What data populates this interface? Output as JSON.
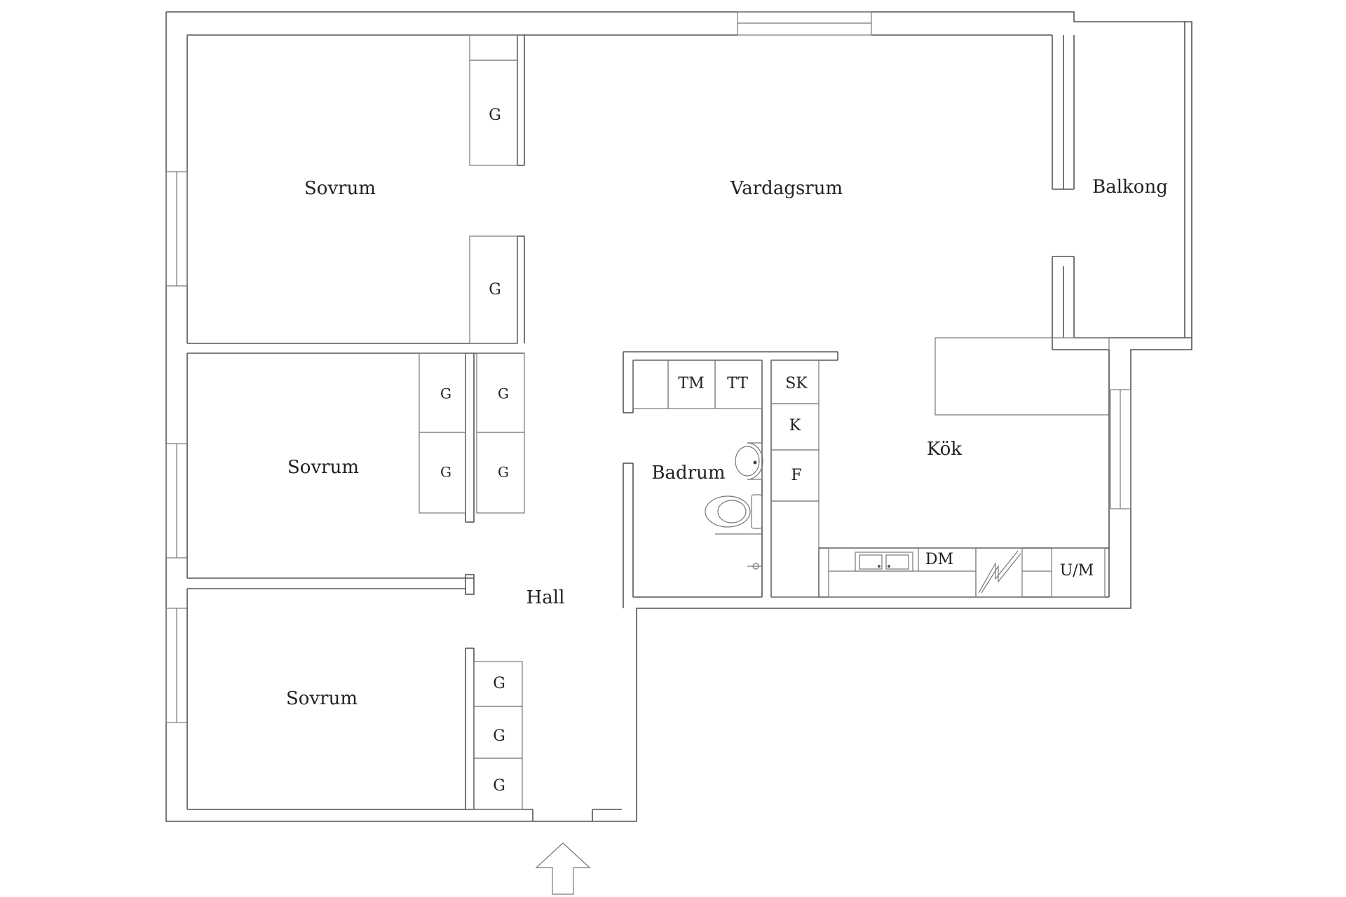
{
  "rooms": {
    "sovrum_1": "Sovrum",
    "sovrum_2": "Sovrum",
    "sovrum_3": "Sovrum",
    "vardagsrum": "Vardagsrum",
    "balkong": "Balkong",
    "kok": "Kök",
    "badrum": "Badrum",
    "hall": "Hall"
  },
  "closets": {
    "g1": "G",
    "g2": "G",
    "g3": "G",
    "g4": "G",
    "g5": "G",
    "g6": "G",
    "g7": "G",
    "g8": "G",
    "g9": "G"
  },
  "appliances": {
    "tm": "TM",
    "tt": "TT",
    "sk": "SK",
    "k": "K",
    "f": "F",
    "dm": "DM",
    "um": "U/M"
  },
  "icons": {
    "entrance": "entrance-arrow-icon",
    "sink": "sink-icon",
    "toilet": "toilet-icon",
    "kitchen_sink": "kitchen-sink-icon",
    "stove": "stove-icon"
  }
}
